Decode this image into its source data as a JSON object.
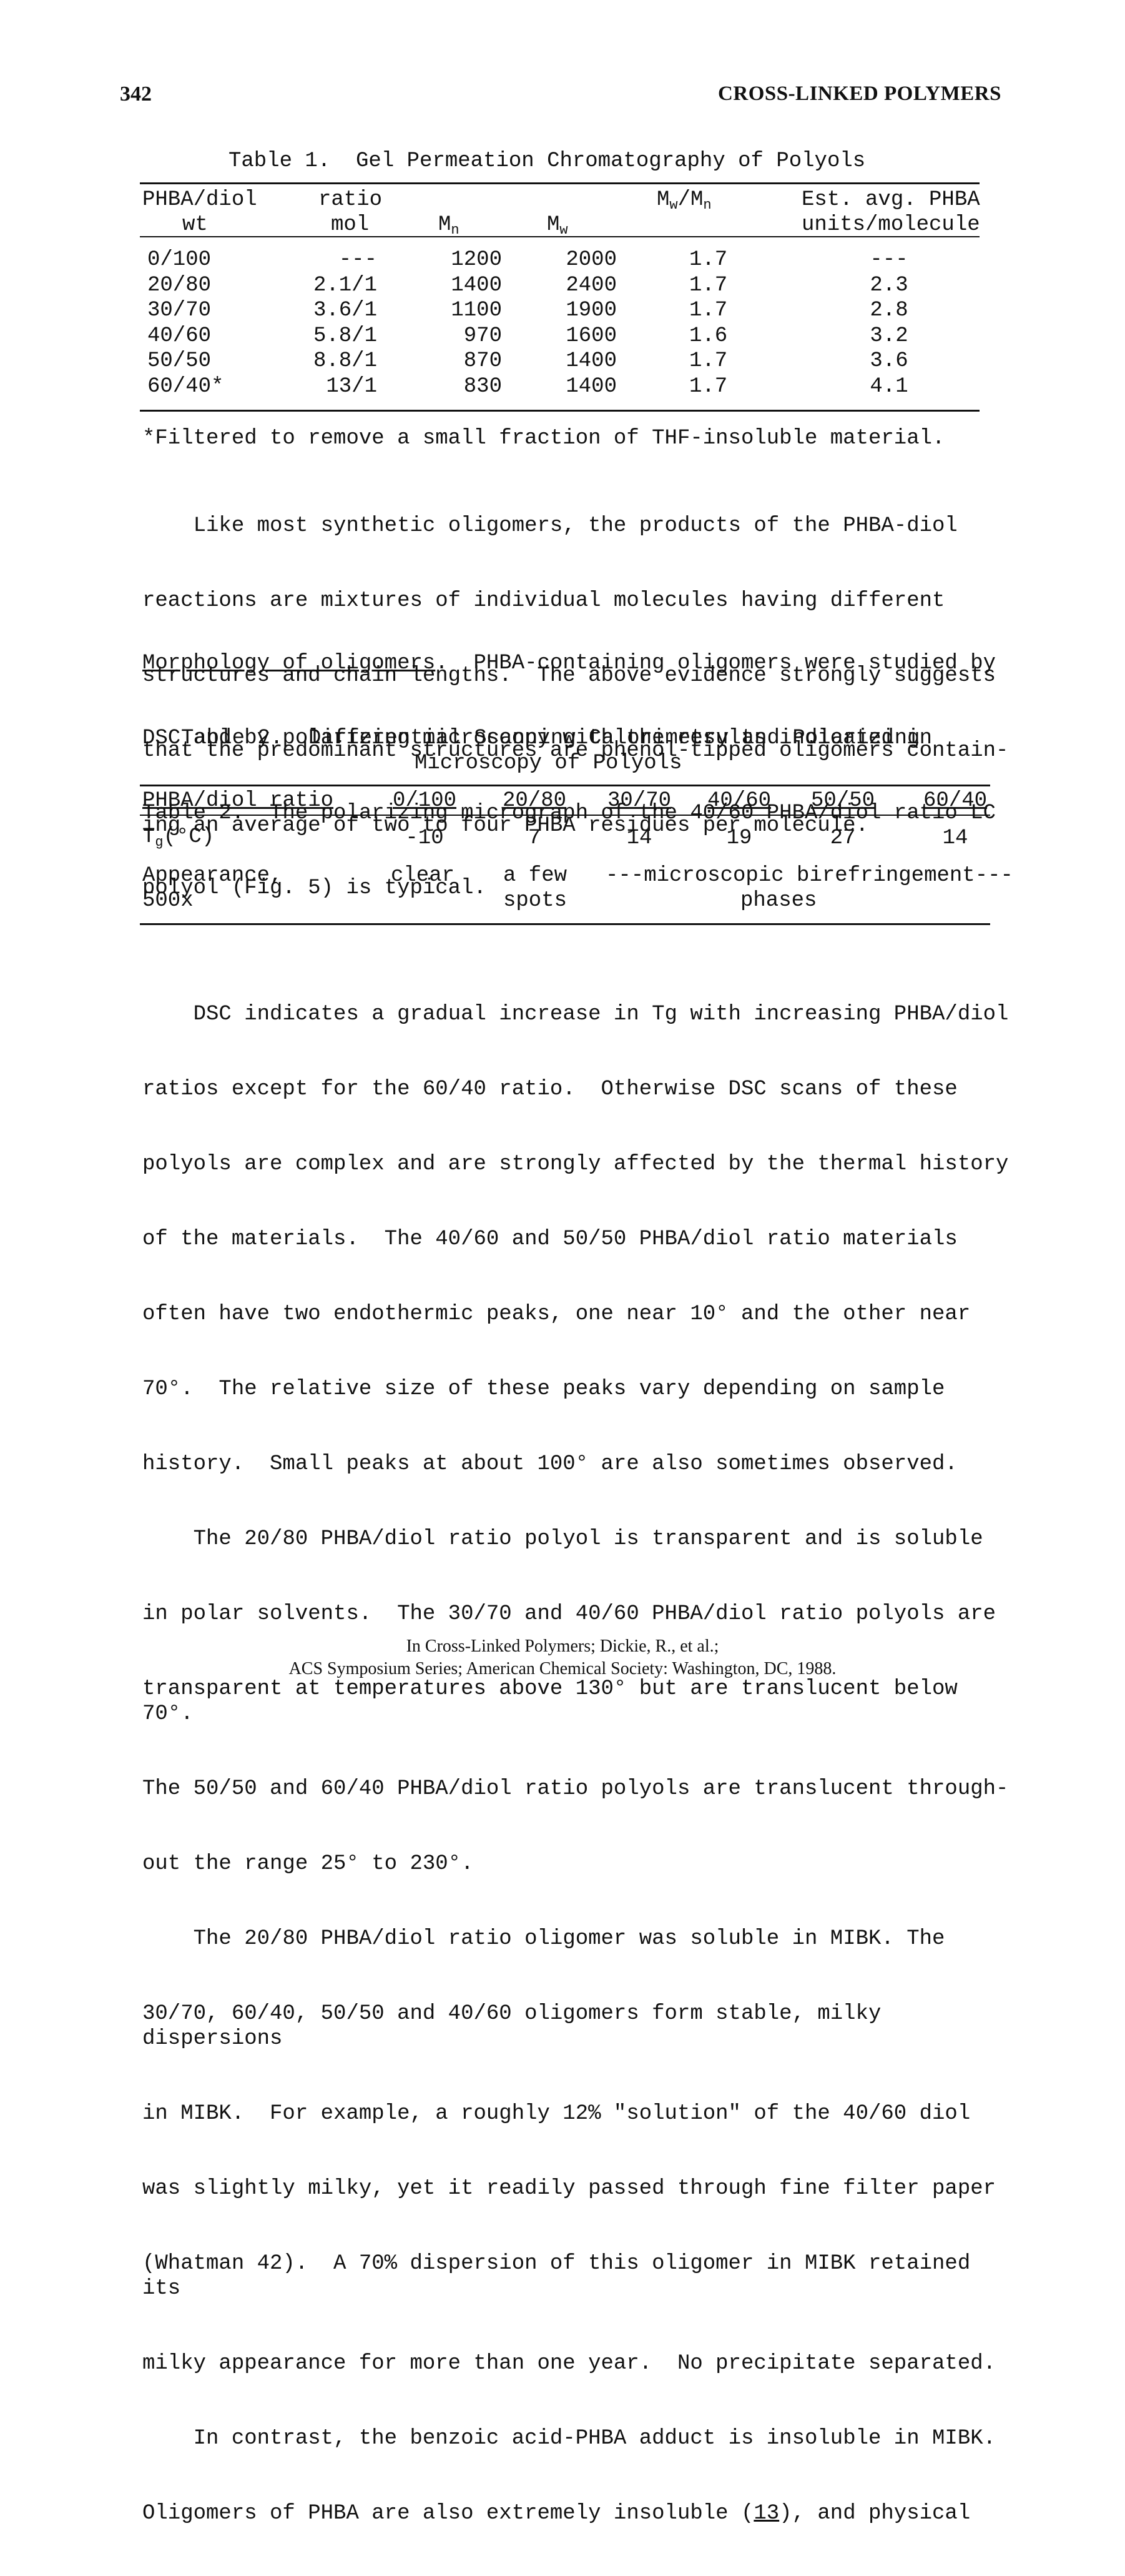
{
  "header": {
    "page_number": "342",
    "running_title": "CROSS-LINKED POLYMERS"
  },
  "table1": {
    "caption": "Table 1.  Gel Permeation Chromatography of Polyols",
    "headers": {
      "col1_top": "PHBA/diol",
      "col1_bottom": "wt",
      "col2_top": "ratio",
      "col2_bottom": "mol",
      "col3": "M",
      "col3_sub": "n",
      "col4": "M",
      "col4_sub": "w",
      "col5_a": "M",
      "col5_a_sub": "w",
      "col5_b": "/M",
      "col5_b_sub": "n",
      "col6_top": "Est. avg. PHBA",
      "col6_bottom": "units/molecule"
    },
    "rows": [
      [
        "0/100",
        "---",
        "1200",
        "2000",
        "1.7",
        "---"
      ],
      [
        "20/80",
        "2.1/1",
        "1400",
        "2400",
        "1.7",
        "2.3"
      ],
      [
        "30/70",
        "3.6/1",
        "1100",
        "1900",
        "1.7",
        "2.8"
      ],
      [
        "40/60",
        "5.8/1",
        "970",
        "1600",
        "1.6",
        "3.2"
      ],
      [
        "50/50",
        "8.8/1",
        "870",
        "1400",
        "1.7",
        "3.6"
      ],
      [
        "60/40*",
        "13/1",
        "830",
        "1400",
        "1.7",
        "4.1"
      ]
    ],
    "footnote": "*Filtered to remove a small fraction of THF-insoluble material."
  },
  "para1": [
    "    Like most synthetic oligomers, the products of the PHBA-diol",
    "reactions are mixtures of individual molecules having different",
    "structures and chain lengths.  The above evidence strongly suggests",
    "that the predominant structures are phenol-tipped oligomers contain-",
    "ing an average of two to four PHBA residues per molecule."
  ],
  "para2": {
    "heading": "Morphology of oligomers",
    "line1_rest": ".  PHBA-containing oligomers were studied by",
    "lines": [
      "DSC and by polarizing microscopy with the results indicated in",
      "Table 2.  The polarizing micrograph of the 40/60 PHBA/diol ratio LC",
      "polyol (Fig. 5) is typical."
    ]
  },
  "table2": {
    "caption_line1": "Table 2.  Differential Scanning Calorimetry and Polarizing",
    "caption_line2": "Microscopy of Polyols",
    "header_label": "PHBA/diol ratio",
    "columns": [
      "0/100",
      "20/80",
      "30/70",
      "40/60",
      "50/50",
      "60/40"
    ],
    "tg_label": "T",
    "tg_sub": "g",
    "tg_unit": "(°C)",
    "tg_values": [
      "-10",
      "7",
      "14",
      "19",
      "27",
      "14"
    ],
    "appearance_label_1": "Appearance,",
    "appearance_label_2": "500x",
    "appearance_clear": "clear",
    "appearance_few_1": "a few",
    "appearance_few_2": "spots",
    "appearance_micro_1": "---microscopic birefringement---",
    "appearance_micro_2": "phases"
  },
  "para3": [
    "    DSC indicates a gradual increase in Tg with increasing PHBA/diol",
    "ratios except for the 60/40 ratio.  Otherwise DSC scans of these",
    "polyols are complex and are strongly affected by the thermal history",
    "of the materials.  The 40/60 and 50/50 PHBA/diol ratio materials",
    "often have two endothermic peaks, one near 10° and the other near",
    "70°.  The relative size of these peaks vary depending on sample",
    "history.  Small peaks at about 100° are also sometimes observed.",
    "    The 20/80 PHBA/diol ratio polyol is transparent and is soluble",
    "in polar solvents.  The 30/70 and 40/60 PHBA/diol ratio polyols are",
    "transparent at temperatures above 130° but are translucent below 70°.",
    "The 50/50 and 60/40 PHBA/diol ratio polyols are translucent through-",
    "out the range 25° to 230°.",
    "    The 20/80 PHBA/diol ratio oligomer was soluble in MIBK. The",
    "30/70, 60/40, 50/50 and 40/60 oligomers form stable, milky dispersions",
    "in MIBK.  For example, a roughly 12% \"solution\" of the 40/60 diol",
    "was slightly milky, yet it readily passed through fine filter paper",
    "(Whatman 42).  A 70% dispersion of this oligomer in MIBK retained its",
    "milky appearance for more than one year.  No precipitate separated.",
    "    In contrast, the benzoic acid-PHBA adduct is insoluble in MIBK."
  ],
  "last_line": {
    "before": "Oligomers of PHBA are also extremely insoluble (",
    "ref": "13",
    "after": "), and physical"
  },
  "footer": {
    "line1": "In Cross-Linked Polymers; Dickie, R., et al.;",
    "line2": "ACS Symposium Series; American Chemical Society: Washington, DC, 1988."
  }
}
